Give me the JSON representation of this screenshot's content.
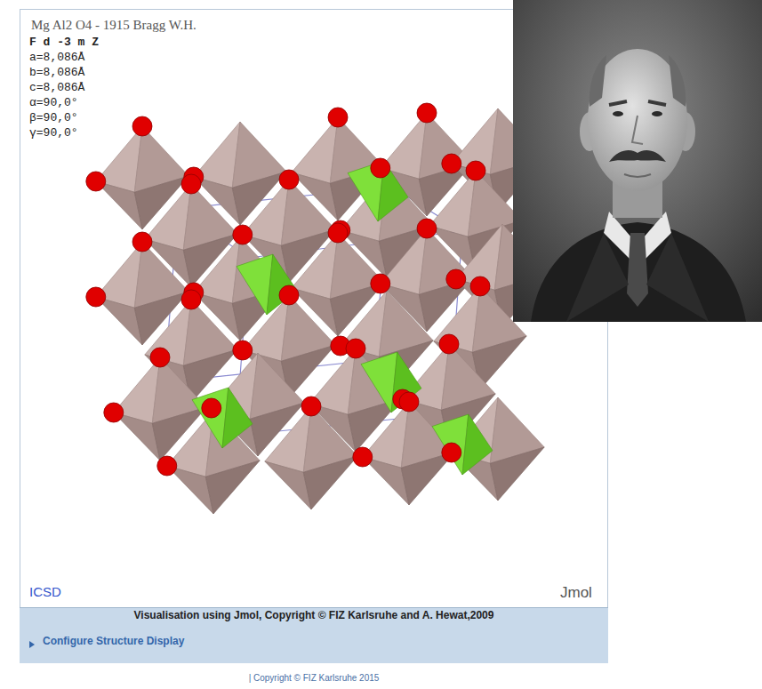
{
  "diagram": {
    "labels": [
      "Mg Al2 O4 - 1915 Bragg W.H.",
      "F d -3 m Z",
      "a=8,086Å",
      "b=8,086Å",
      "c=8,086Å",
      "α=90,0°",
      "β=90,0°",
      "γ=90,0°",
      "ICSD",
      "Jmol",
      "Visualisation using Jmol, Copyright © FIZ Karlsruhe and A. Hewat,2009",
      "Configure Structure Display",
      "| Copyright © FIZ Karlsruhe 2015"
    ]
  }
}
